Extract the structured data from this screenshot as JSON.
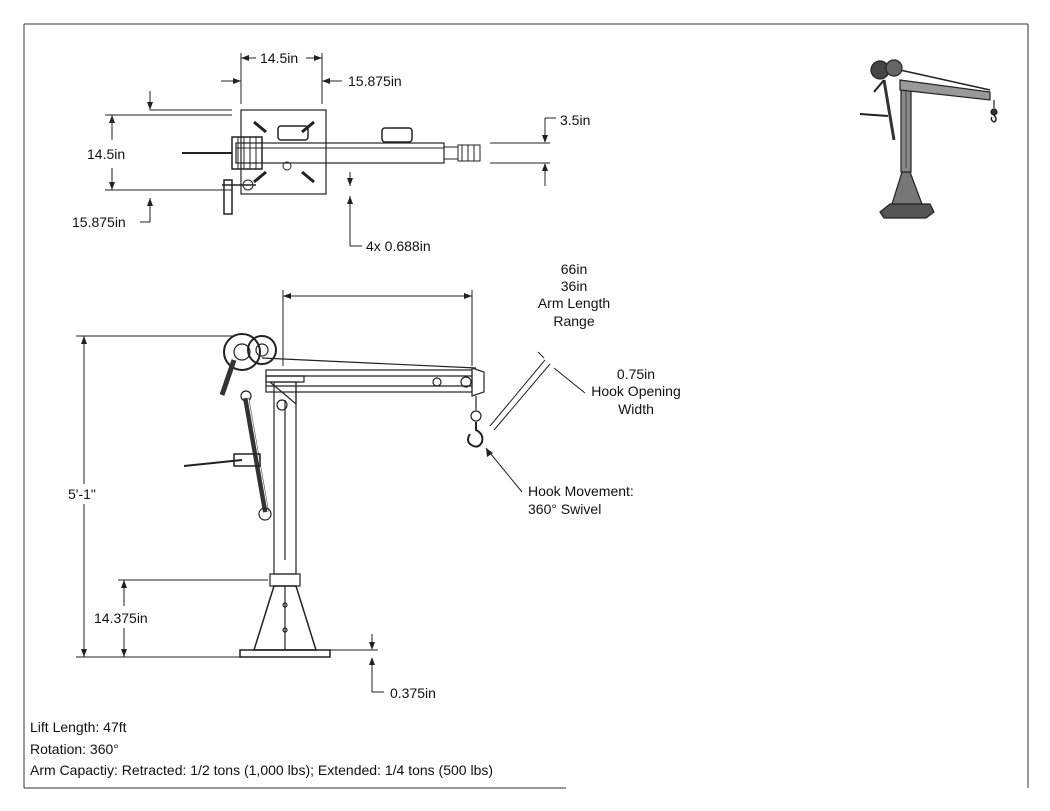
{
  "top_view": {
    "width_top": "14.5in",
    "offset_top": "15.875in",
    "height_left": "14.5in",
    "offset_left": "15.875in",
    "tube_height": "3.5in",
    "holes": "4x 0.688in"
  },
  "side_view": {
    "arm_length_max": "66in",
    "arm_length_min": "36in",
    "arm_length_line1": "Arm Length",
    "arm_length_line2": "Range",
    "hook_opening_value": "0.75in",
    "hook_opening_line1": "Hook Opening",
    "hook_opening_line2": "Width",
    "hook_movement_line1": "Hook Movement:",
    "hook_movement_line2": "360° Swivel",
    "total_height": "5'-1\"",
    "base_height": "14.375in",
    "base_plate": "0.375in"
  },
  "notes": {
    "lift_length": "Lift Length: 47ft",
    "rotation": "Rotation: 360°",
    "capacity": "Arm Capactiy: Retracted: 1/2 tons (1,000 lbs); Extended: 1/4 tons (500 lbs)"
  }
}
